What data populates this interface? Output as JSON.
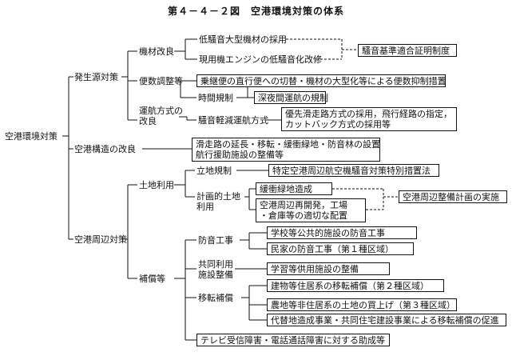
{
  "title": "第４－４－２図　空港環境対策の体系",
  "root": "空港環境対策",
  "level1": {
    "source": "発生源対策",
    "structure": "空港構造の改良",
    "surrounding": "空港周辺対策"
  },
  "source": {
    "equipment": "機材改良",
    "equipment_items": [
      "低騒音大型機材の採用",
      "現用機エンジンの低騒音化改修"
    ],
    "certification": "騒音基準適合証明制度",
    "convenience": "便数調整等",
    "convenience_box": "乗継便の直行便への切替・機材の大型化等による便数抑制措置",
    "time_regulation": "時間規制",
    "night_box": "深夜間運航の規制",
    "operation_line1": "運航方式の",
    "operation_line2": "改良",
    "low_noise": "騒音軽減運航方式",
    "priority_line1": "優先滑走路方式の採用，飛行経路の指定，",
    "priority_line2": "カットバック方式の採用等"
  },
  "structure_box_line1": "滑走路の延長・移転・緩衝緑地・防音林の設置",
  "structure_box_line2": "航行援助施設の整備等",
  "land": {
    "label": "土地利用",
    "regulation": "立地規制",
    "regulation_box": "特定空港周辺航空機騒音対策特別措置法",
    "planned_line1": "計画的土地",
    "planned_line2": "利用",
    "buffer_box": "緩衝緑地造成",
    "redev_line1": "空港周辺再開発，工場",
    "redev_line2": "・倉庫等の適切な配置",
    "plan_box": "空港周辺整備計画の実施"
  },
  "comp": {
    "label": "補償等",
    "soundproof": "防音工事",
    "school_box": "学校等公共的施設の防音工事",
    "private_box": "民家の防音工事（第１種区域）",
    "shared_line1": "共同利用",
    "shared_line2": "施設整備",
    "shared_box": "学習等供用施設の整備",
    "relocation": "移転補償",
    "building_box": "建物等住居系の移転補償（第２種区域）",
    "farmland_box": "農地等非住居系の土地の買上げ（第３種区域）",
    "alt_box": "代替地造成事業・共同住宅建設事業による移転補償の促進",
    "tv_box": "テレビ受信障害・電話通話障害に対する助成等"
  }
}
